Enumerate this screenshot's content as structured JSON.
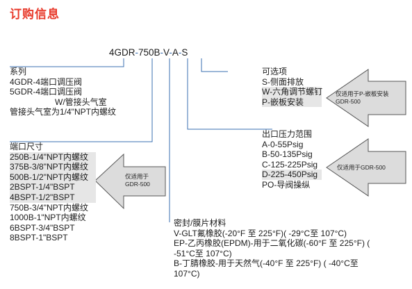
{
  "page_title": "订购信息",
  "model_code": {
    "parts": [
      "4GDR",
      "-",
      "750B",
      "-",
      "V",
      "-",
      "A",
      "-",
      "S"
    ]
  },
  "series": {
    "heading": "系列",
    "lines": [
      "4GDR-4端口调压阀",
      "5GDR-4端口调压阀",
      "W/管接头气室",
      "管接头气室为1/4\"NPT内螺纹"
    ]
  },
  "ports": {
    "heading": "端口尺寸",
    "items": [
      "250B-1/4\"NPT内螺纹",
      "375B-3/8\"NPT内螺纹",
      "500B-1/2\"NPT内螺纹",
      "2BSPT-1/4\"BSPT",
      "4BSPT-1/2\"BSPT",
      "750B-3/4\"NPT内螺纹",
      "1000B-1\"NPT内螺纹",
      "6BSPT-3/4\"BSPT",
      "8BSPT-1\"BSPT"
    ],
    "highlighted": [
      0,
      1,
      2,
      3,
      4
    ]
  },
  "seals": {
    "heading": "密封/膜片材料",
    "lines": [
      "V-GLT氟橡胶(-20°F 至 225°F)( -29°C至 107°C)",
      "EP-乙丙橡胶(EPDM)-用于二氧化碳(-60°F  至  225°F) (",
      "-51°C至 107°C)",
      "B-丁腈橡胶-用于天然气(-40°F  至  225°F) ( -40°C至",
      "107°C)"
    ]
  },
  "options": {
    "heading": "可选项",
    "items": [
      "S-侧面排放",
      "W-六角调节螺钉",
      "P-嵌板安装"
    ],
    "highlighted": [
      1,
      2
    ]
  },
  "outlet_pressure": {
    "heading": "出口压力范围",
    "items": [
      "A-0-55Psig",
      "B-50-135Psig",
      "C-125-225Psig",
      "D-225-450Psig",
      "PO-导阀操纵"
    ],
    "highlighted": [
      3
    ]
  },
  "callouts": {
    "options_note": [
      "仅适用于P-嵌板安装",
      "GDR-500"
    ],
    "pressure_note": [
      "仅适用于GDR-500"
    ],
    "ports_note": [
      "仅适用于",
      "GDR-500"
    ]
  },
  "colors": {
    "title": "#e8392a",
    "leader_lines": "#3a6fb0",
    "highlight": "#e6e6e6",
    "arrow_fill": "#dcdcdc",
    "arrow_stroke": "#555555"
  }
}
